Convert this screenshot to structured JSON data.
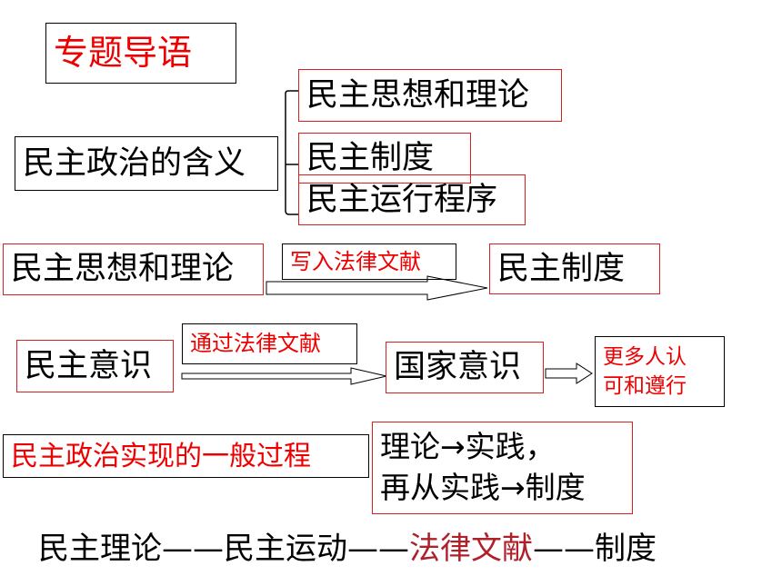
{
  "title": "专题导语",
  "definition": {
    "root": "民主政治的含义",
    "items": [
      "民主思想和理论",
      "民主制度",
      "民主运行程序"
    ]
  },
  "flow1": {
    "from": "民主思想和理论",
    "via": "写入法律文献",
    "to": "民主制度"
  },
  "flow2": {
    "from": "民主意识",
    "via": "通过法律文献",
    "to": "国家意识",
    "result_line1": "更多人认",
    "result_line2": "可和遵行"
  },
  "process": {
    "label": "民主政治实现的一般过程",
    "line1": "理论→实践，",
    "line2": "再从实践→制度"
  },
  "bottom": {
    "part1": "民主理论",
    "dash1": "——",
    "part2": "民主运动",
    "dash2": "——",
    "part3": "法律文献",
    "dash3": "——",
    "part4": "制度"
  },
  "colors": {
    "highlight_red": "#ee0000",
    "border_red": "#d82020",
    "law_text": "#b0202a"
  }
}
